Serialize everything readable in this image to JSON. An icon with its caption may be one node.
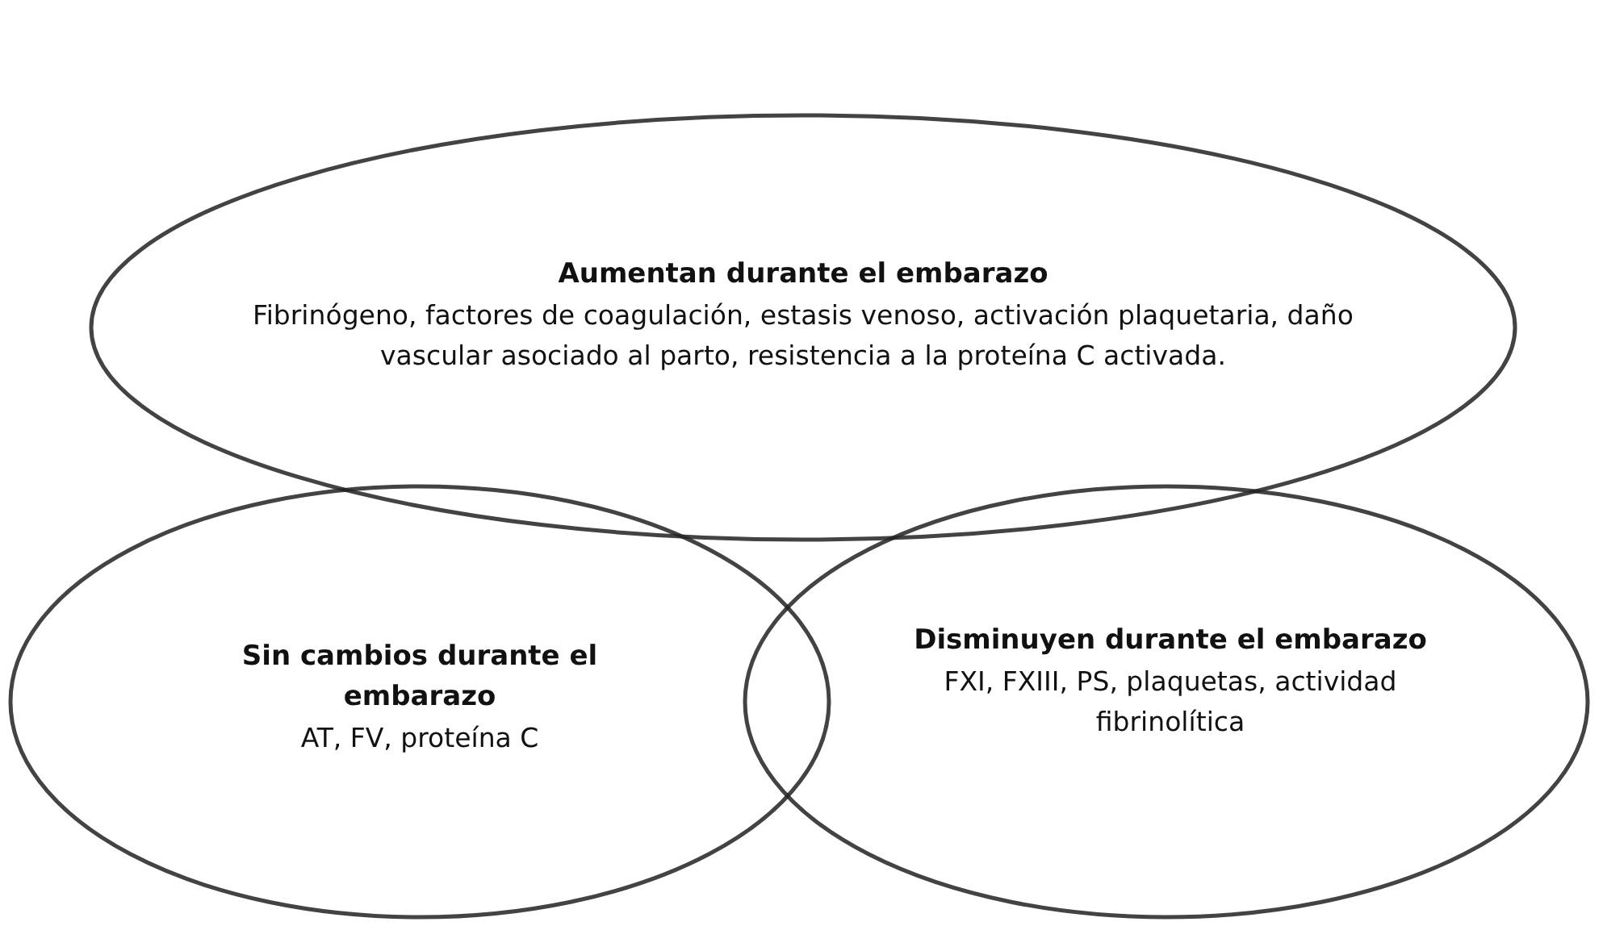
{
  "diagram": {
    "nodes": [
      {
        "text": [
          "Aumentan durante el embarazo",
          "Fibrinógeno, factores de coagulación, estasis venoso, activación plaquetaria, daño vascular asociado al parto, resistencia a la proteína C activada."
        ]
      },
      {
        "text": [
          "Sin cambios durante el embarazo",
          "AT, FV, proteína C"
        ]
      },
      {
        "text": [
          "Disminuyen durante el embarazo",
          "FXI, FXIII, PS, plaquetas, actividad fibrinolítica"
        ]
      }
    ]
  }
}
